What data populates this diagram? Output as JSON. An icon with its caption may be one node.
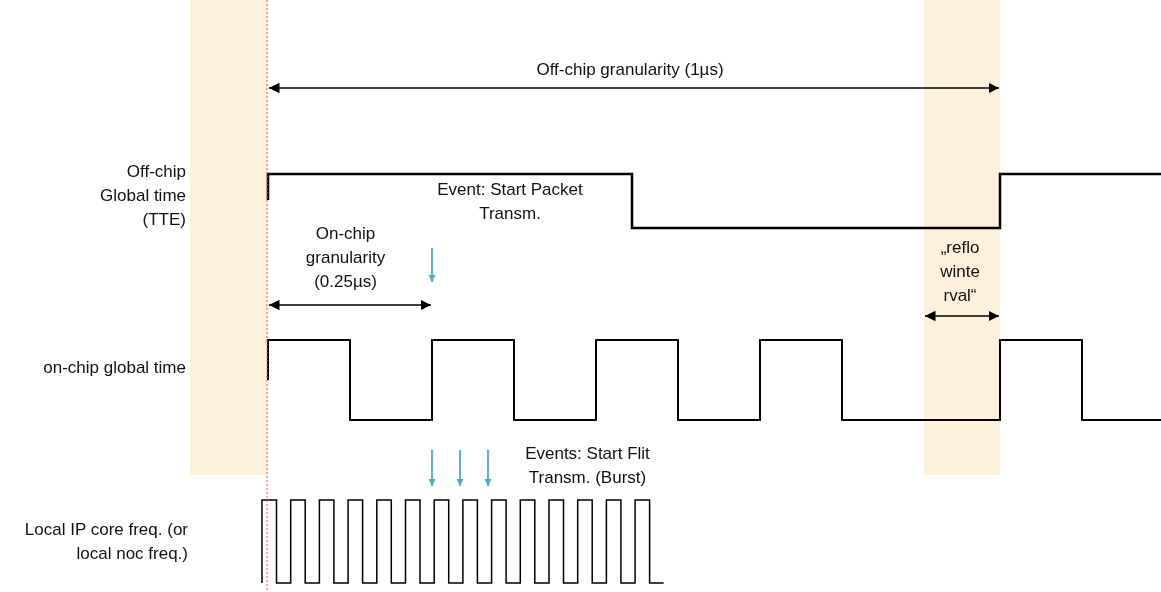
{
  "diagram": {
    "labels": [
      "Off-chip granularity (1µs)",
      "Off-chip Global time (TTE)",
      "Event: Start Packet Transm.",
      "On-chip granularity (0.25µs)",
      "„reflo winte rval“",
      "on-chip global time",
      "Events: Start Flit Transm. (Burst)",
      "Local IP core freq. (or local noc freq.)"
    ]
  }
}
